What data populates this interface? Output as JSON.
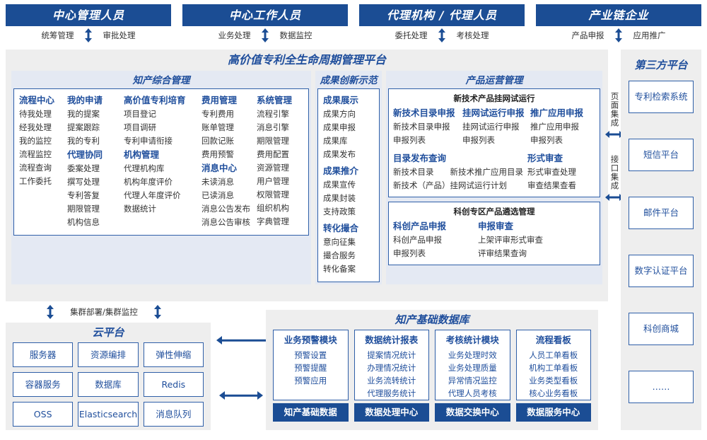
{
  "actors": [
    {
      "title": "中心管理人员",
      "left": "统筹管理",
      "right": "审批处理"
    },
    {
      "title": "中心工作人员",
      "left": "业务处理",
      "right": "数据监控"
    },
    {
      "title": "代理机构 / 代理人员",
      "left": "委托处理",
      "right": "考核处理"
    },
    {
      "title": "产业链企业",
      "left": "产品申报",
      "right": "应用推广"
    }
  ],
  "platform": {
    "title": "高价值专利全生命周期管理平台",
    "ip_group": {
      "title": "知产综合管理",
      "columns": [
        {
          "heads": [
            {
              "label": "流程中心",
              "items": [
                "待我处理",
                "经我处理",
                "我的监控",
                "流程监控",
                "流程查询",
                "工作委托"
              ]
            }
          ]
        },
        {
          "heads": [
            {
              "label": "我的申请",
              "items": [
                "我的提案",
                "提案跟踪",
                "我的专利"
              ]
            },
            {
              "label": "代理协同",
              "items": [
                "委案处理",
                "撰写处理",
                "专利答复",
                "期限管理",
                "机构信息"
              ]
            }
          ]
        },
        {
          "heads": [
            {
              "label": "高价值专利培育",
              "items": [
                "项目登记",
                "项目调研",
                "专利申请衔接"
              ]
            },
            {
              "label": "机构管理",
              "items": [
                "代理机构库",
                "机构年度评价",
                "代理人年度评价",
                "数据统计"
              ]
            }
          ]
        },
        {
          "heads": [
            {
              "label": "费用管理",
              "items": [
                "专利费用",
                "账单管理",
                "回款记账",
                "费用预警"
              ]
            },
            {
              "label": "消息中心",
              "items": [
                "未读消息",
                "已读消息",
                "消息公告发布",
                "消息公告审核"
              ]
            }
          ]
        },
        {
          "heads": [
            {
              "label": "系统管理",
              "items": [
                "流程引擎",
                "消息引擎",
                "期限管理",
                "费用配置",
                "资源管理",
                "用户管理",
                "权限管理",
                "组织机构",
                "字典管理"
              ]
            }
          ]
        }
      ]
    },
    "achievement_group": {
      "title": "成果创新示范",
      "sections": [
        {
          "label": "成果展示",
          "items": [
            "成果方向",
            "成果申报",
            "成果库",
            "成果发布"
          ]
        },
        {
          "label": "成果推介",
          "items": [
            "成果宣传",
            "成果封装",
            "支持政策"
          ]
        },
        {
          "label": "转化撮合",
          "items": [
            "意向征集",
            "撮合服务",
            "转化备案"
          ]
        }
      ]
    },
    "product_group": {
      "title": "产品运营管理",
      "sub_boxes": [
        {
          "title": "新技术产品挂网试运行",
          "rows": [
            {
              "cols": [
                {
                  "label": "新技术目录申报",
                  "items": [
                    "新技术目录申报",
                    "申报列表"
                  ]
                },
                {
                  "label": "挂网试运行申报",
                  "items": [
                    "挂网试运行申报",
                    "申报列表"
                  ]
                },
                {
                  "label": "推广应用申报",
                  "items": [
                    "推广应用申报",
                    "申报列表"
                  ]
                }
              ]
            },
            {
              "cols": [
                {
                  "label": "目录发布查询",
                  "items": [
                    "新技术目录　　新技术推广应用目录",
                    "新技术（产品）挂网试运行计划"
                  ]
                },
                {
                  "label": "形式审查",
                  "items": [
                    "形式审查处理",
                    "审查结果查看"
                  ]
                }
              ]
            }
          ]
        },
        {
          "title": "科创专区产品遴选管理",
          "rows": [
            {
              "cols": [
                {
                  "label": "科创产品申报",
                  "items": [
                    "科创产品申报",
                    "申报列表"
                  ]
                },
                {
                  "label": "申报审查",
                  "items": [
                    "上架评审形式审查",
                    "评审结果查询"
                  ]
                }
              ]
            }
          ]
        }
      ]
    }
  },
  "integration": [
    {
      "label": "页面集成"
    },
    {
      "label": "接口集成"
    }
  ],
  "third_party": {
    "title": "第三方平台",
    "items": [
      "专利检索系统",
      "短信平台",
      "邮件平台",
      "数字认证平台",
      "科创商城",
      "……"
    ]
  },
  "cluster": {
    "label": "集群部署/集群监控"
  },
  "cloud": {
    "title": "云平台",
    "cells": [
      "服务器",
      "资源编排",
      "弹性伸缩",
      "容器服务",
      "数据库",
      "Redis",
      "OSS",
      "Elasticsearch",
      "消息队列"
    ]
  },
  "database": {
    "title": "知产基础数据库",
    "columns": [
      {
        "head": "业务预警模块",
        "items": [
          "预警设置",
          "预警提醒",
          "预警应用"
        ],
        "footer": "知产基础数据"
      },
      {
        "head": "数据统计报表",
        "items": [
          "提案情况统计",
          "办理情况统计",
          "业务流转统计",
          "代理服务统计"
        ],
        "footer": "数据处理中心"
      },
      {
        "head": "考核统计模块",
        "items": [
          "业务处理时效",
          "业务处理质量",
          "异常情况监控",
          "代理人员考核"
        ],
        "footer": "数据交换中心"
      },
      {
        "head": "流程看板",
        "items": [
          "人员工单看板",
          "机构工单看板",
          "业务类型看板",
          "核心业务看板"
        ],
        "footer": "数据服务中心"
      }
    ]
  },
  "colors": {
    "navy": "#1b4d94",
    "accent_blue": "#1f4e9c",
    "panel_bg": "#eeeeee",
    "group_bg": "#e4e9f3",
    "border_blue": "#2f5fa8"
  }
}
